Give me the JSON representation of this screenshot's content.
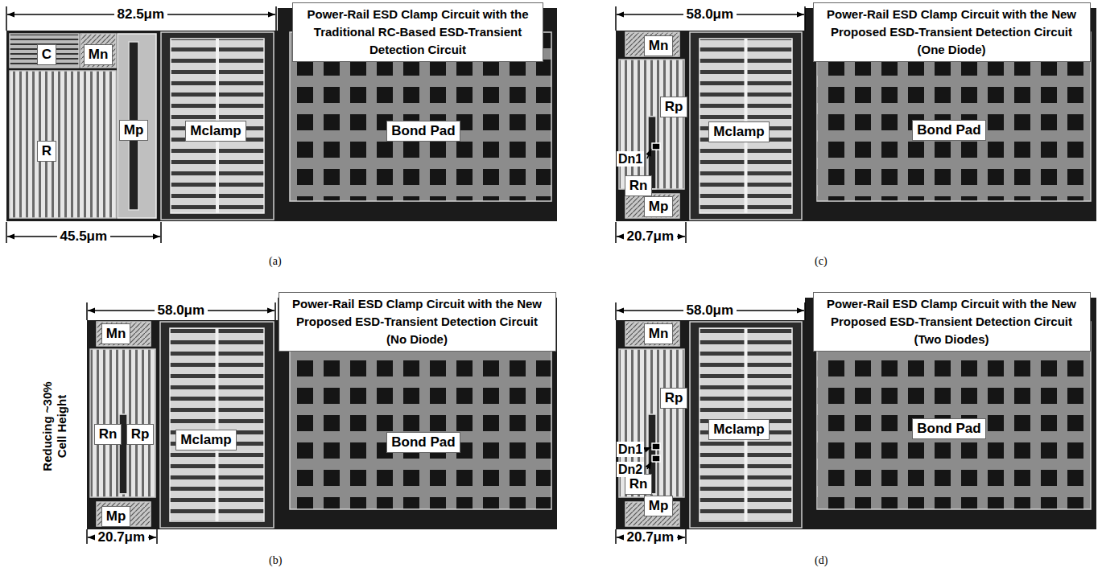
{
  "diagram": {
    "nodes": [
      {
        "text": [
          "Power-Rail ESD Clamp Circuit with the Traditional RC-Based ESD-Transient Detection Circuit"
        ]
      },
      {
        "text": [
          "C"
        ]
      },
      {
        "text": [
          "Mn"
        ]
      },
      {
        "text": [
          "R"
        ]
      },
      {
        "text": [
          "Mp"
        ]
      },
      {
        "text": [
          "Mclamp"
        ]
      },
      {
        "text": [
          "Bond Pad"
        ]
      },
      {
        "text": [
          "Power-Rail ESD Clamp Circuit with the New Proposed ESD-Transient Detection Circuit (One Diode)"
        ]
      },
      {
        "text": [
          "Mn"
        ]
      },
      {
        "text": [
          "Rp"
        ]
      },
      {
        "text": [
          "Mclamp"
        ]
      },
      {
        "text": [
          "Rn"
        ]
      },
      {
        "text": [
          "Mp"
        ]
      },
      {
        "text": [
          "Bond Pad"
        ]
      },
      {
        "text": [
          "Power-Rail ESD Clamp Circuit with the New Proposed ESD-Transient Detection Circuit (No Diode)"
        ]
      },
      {
        "text": [
          "Mn"
        ]
      },
      {
        "text": [
          "Rn"
        ]
      },
      {
        "text": [
          "Rp"
        ]
      },
      {
        "text": [
          "Mclamp"
        ]
      },
      {
        "text": [
          "Mp"
        ]
      },
      {
        "text": [
          "Bond Pad"
        ]
      },
      {
        "text": [
          "Power-Rail ESD Clamp Circuit with the New Proposed ESD-Transient Detection Circuit (Two Diodes)"
        ]
      },
      {
        "text": [
          "Mn"
        ]
      },
      {
        "text": [
          "Rp"
        ]
      },
      {
        "text": [
          "Mclamp"
        ]
      },
      {
        "text": [
          "Rn"
        ]
      },
      {
        "text": [
          "Mp"
        ]
      },
      {
        "text": [
          "Bond Pad"
        ]
      }
    ],
    "labels": [
      "82.5μm",
      "45.5μm",
      "(a)",
      "58.0μm",
      "Dn1",
      "20.7μm",
      "(c)",
      "58.0μm",
      "Reducing ~30% Cell Height",
      "20.7μm",
      "(b)",
      "58.0μm",
      "Dn1",
      "Dn2",
      "20.7μm",
      "(d)"
    ]
  }
}
